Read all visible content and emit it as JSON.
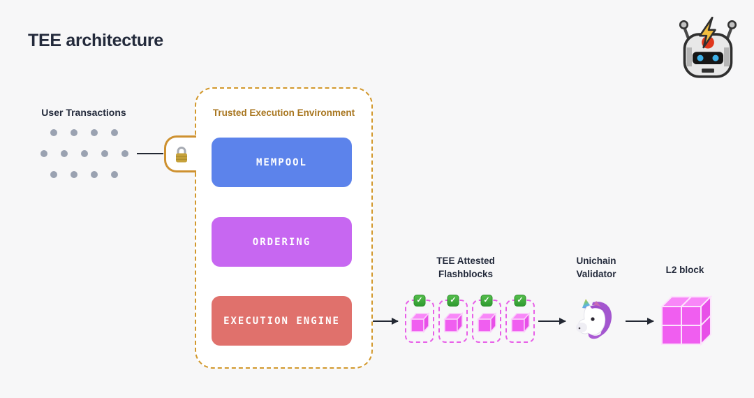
{
  "page": {
    "title": "TEE architecture"
  },
  "user_transactions": {
    "label": "User Transactions",
    "dot_rows": [
      4,
      5,
      4
    ]
  },
  "tee": {
    "title": "Trusted Execution Environment",
    "stages": [
      {
        "label": "MEMPOOL",
        "color": "#5C83EB"
      },
      {
        "label": "ORDERING",
        "color": "#C767F1"
      },
      {
        "label": "EXECUTION ENGINE",
        "color": "#E0716C"
      }
    ]
  },
  "flashblocks": {
    "title_line1": "TEE Attested",
    "title_line2": "Flashblocks",
    "count": 4,
    "check_glyph": "✓"
  },
  "validator": {
    "title_line1": "Unichain",
    "title_line2": "Validator"
  },
  "l2": {
    "label": "L2 block"
  },
  "colors": {
    "background": "#F7F7F8",
    "text_dark": "#232A3B",
    "tee_border_gold": "#D2982C",
    "tee_title_gold": "#A8761F",
    "flashblock_magenta": "#E85FE8",
    "cube_pink": "#F05EF0",
    "check_green": "#3BA935",
    "dot_gray": "#9AA2B1",
    "arrow_dark": "#232833"
  }
}
